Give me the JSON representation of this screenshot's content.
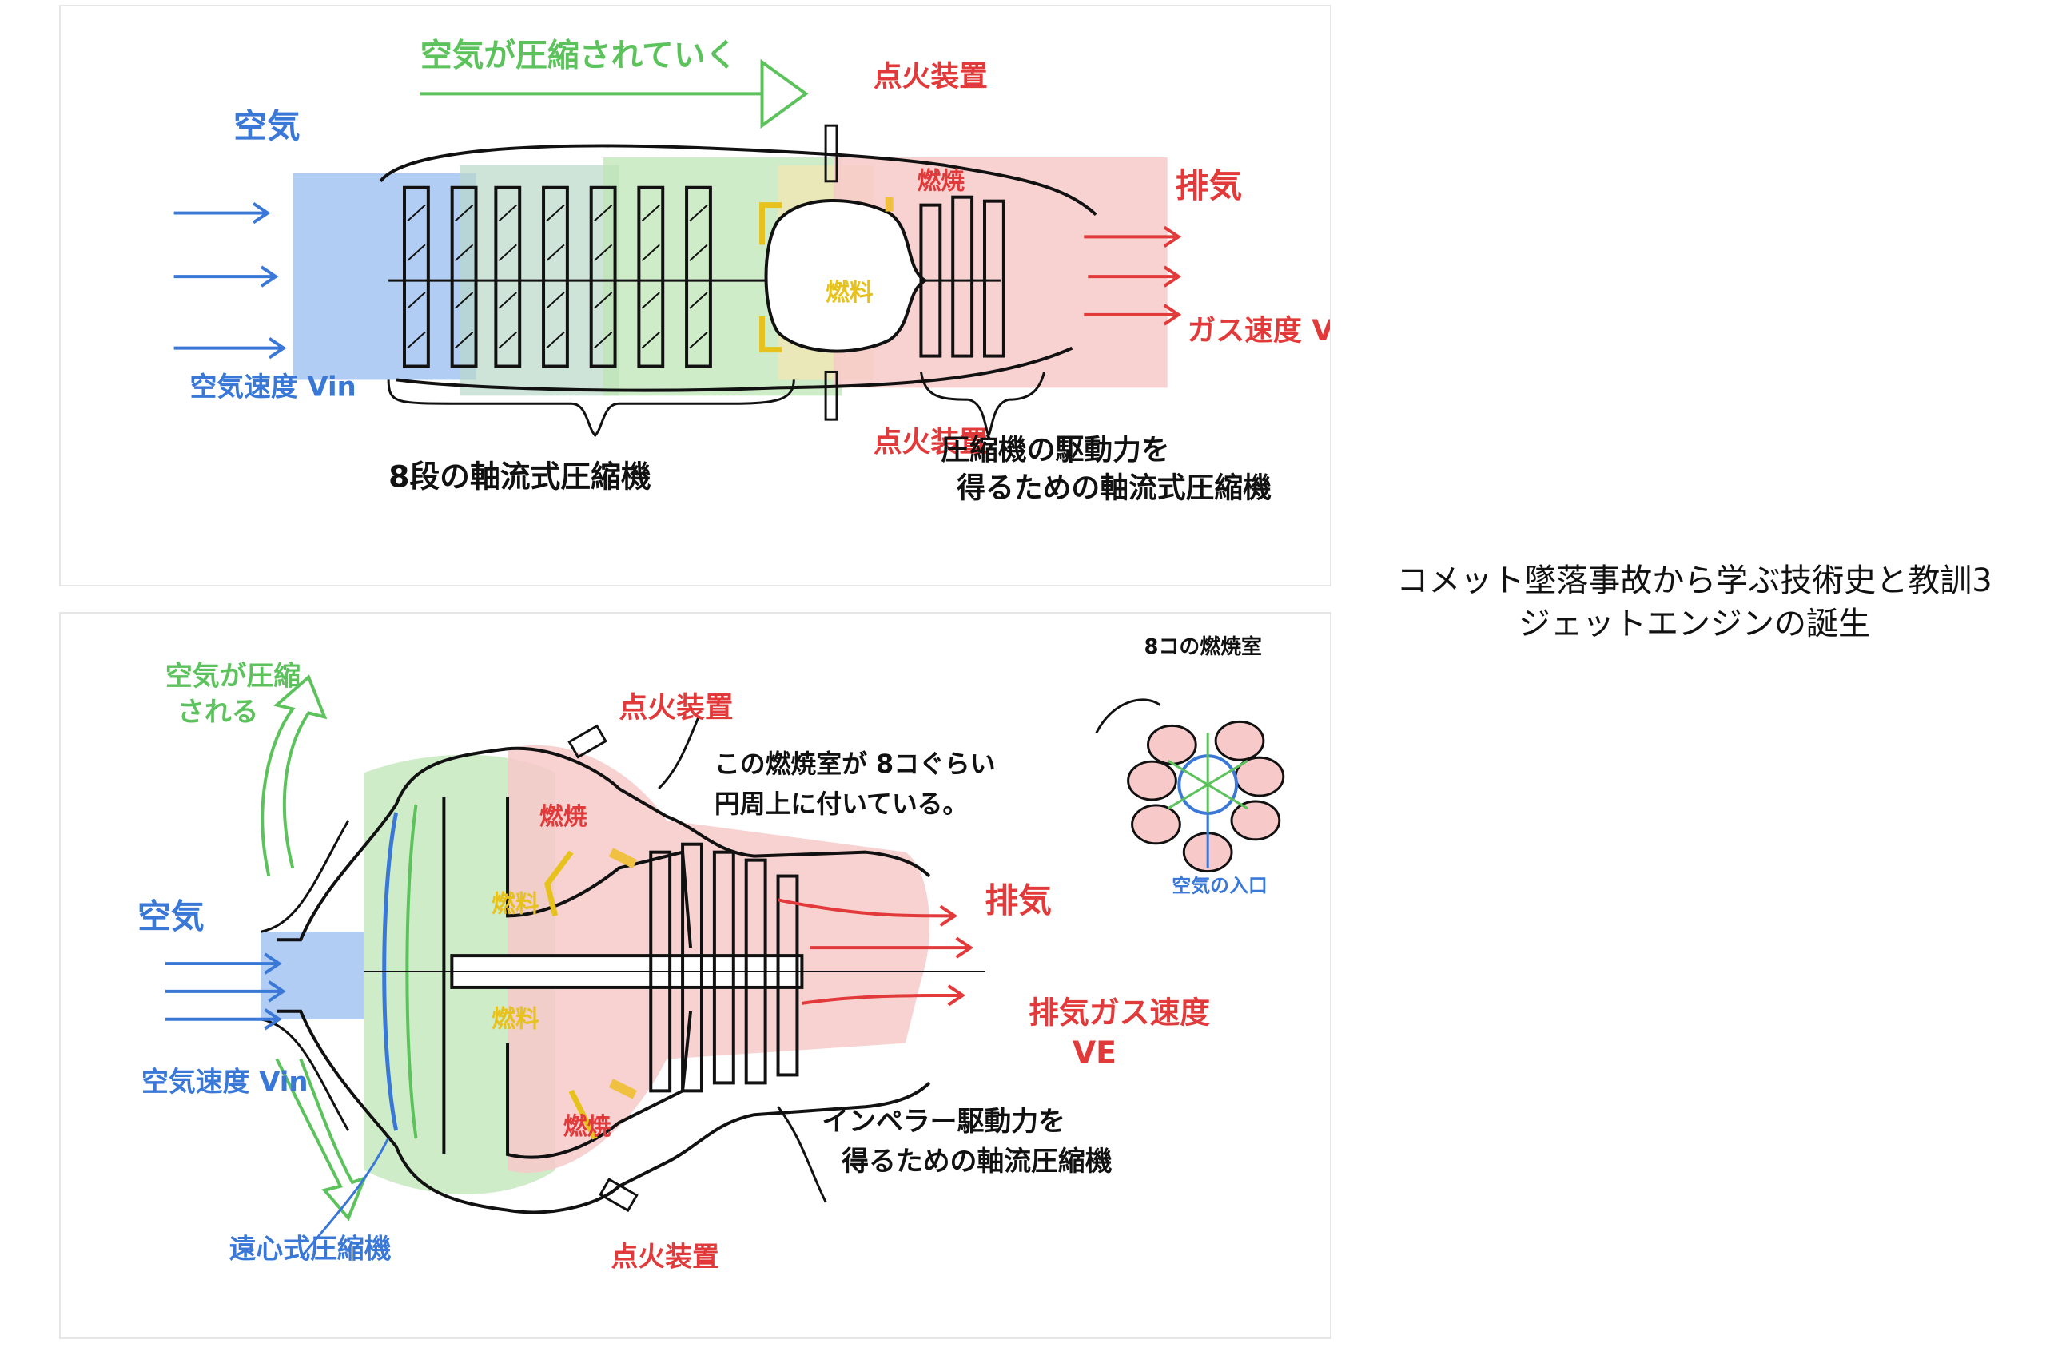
{
  "top_diagram": {
    "compression_arrow_label": "空気が圧縮されていく",
    "igniter_top": "点火装置",
    "igniter_bottom": "点火装置",
    "air_label": "空気",
    "air_speed_label": "空気速度 Vin",
    "combustion_label": "燃焼",
    "fuel_label": "燃料",
    "exhaust_label": "排気",
    "exhaust_speed_label": "ガス速度 VE",
    "compressor_label": "8段の軸流式圧縮機",
    "turbine_label_line1": "圧縮機の駆動力を",
    "turbine_label_line2": "得るための軸流式圧縮機"
  },
  "bottom_diagram": {
    "compression_label_line1": "空気が圧縮",
    "compression_label_line2": "される",
    "air_label": "空気",
    "air_speed_label": "空気速度 Vin",
    "igniter_top": "点火装置",
    "igniter_bottom": "点火装置",
    "chamber_note_line1": "この燃焼室が 8コぐらい",
    "chamber_note_line2": "円周上に付いている。",
    "combustion_top": "燃焼",
    "combustion_bottom": "燃焼",
    "fuel_top": "燃料",
    "fuel_bottom": "燃料",
    "exhaust_label": "排気",
    "exhaust_speed_line1": "排気ガス速度",
    "exhaust_speed_line2": "VE",
    "centrifugal_label": "遠心式圧縮機",
    "impeller_label_line1": "インペラー駆動力を",
    "impeller_label_line2": "得るための軸流圧縮機",
    "ring_title": "8コの燃焼室",
    "ring_inlet_label": "空気の入口"
  },
  "caption": {
    "line1": "コメット墜落事故から学ぶ技術史と教訓3",
    "line2": "ジェットエンジンの誕生"
  },
  "colors": {
    "air_blue": "#3a78d8",
    "compress_green": "#5cc25c",
    "fire_red": "#e23a3a",
    "fuel_yellow": "#e8c21c",
    "ink": "#111111"
  }
}
